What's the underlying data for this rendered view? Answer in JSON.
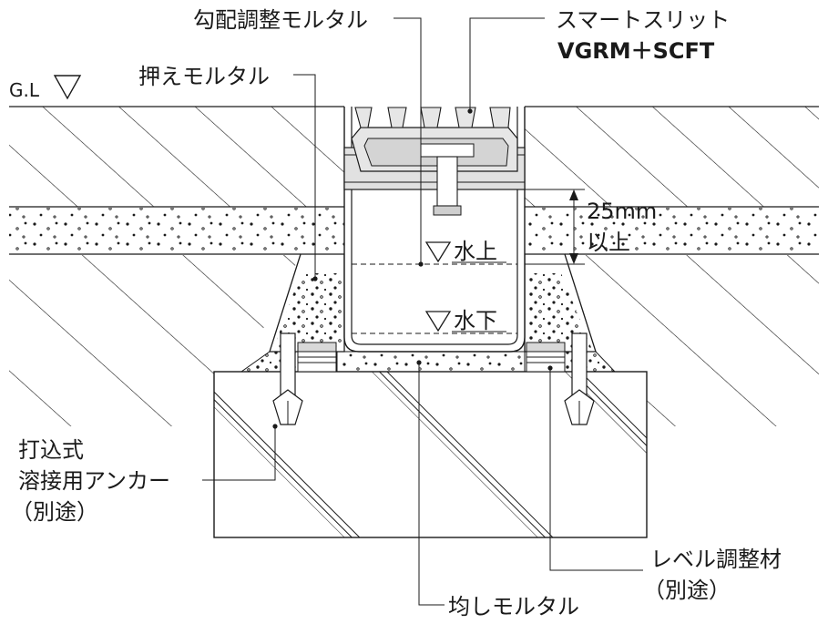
{
  "labels": {
    "slope_mortar": "勾配調整モルタル",
    "product_name": "スマートスリット",
    "product_model": "VGRM＋SCFT",
    "holding_mortar": "押えモルタル",
    "ground_level": "G.L",
    "dimension_value": "25mm",
    "dimension_note": "以上",
    "water_upper": "水上",
    "water_lower": "水下",
    "anchor_line1": "打込式",
    "anchor_line2": "溶接用アンカー",
    "anchor_line3": "（別途）",
    "level_adjuster_line1": "レベル調整材",
    "level_adjuster_line2": "（別途）",
    "leveling_mortar": "均しモルタル"
  }
}
